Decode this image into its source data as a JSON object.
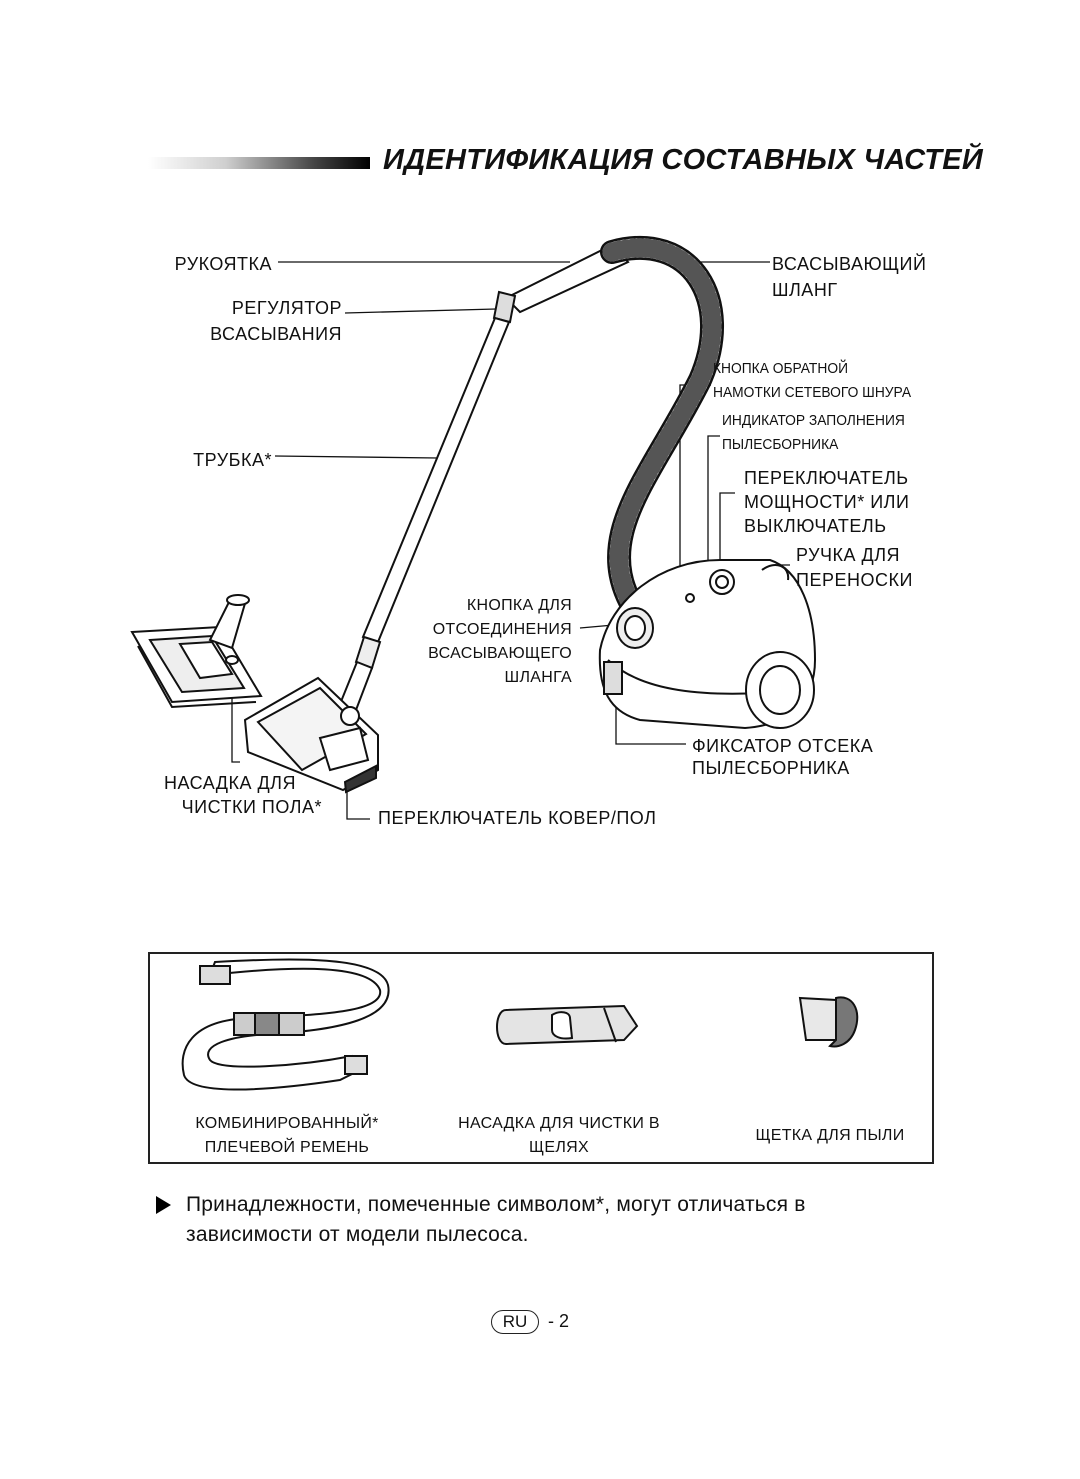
{
  "title": "ИДЕНТИФИКАЦИЯ СОСТАВНЫХ ЧАСТЕЙ",
  "labels": {
    "handle": "РУКОЯТКА",
    "suction_regulator_1": "РЕГУЛЯТОР",
    "suction_regulator_2": "ВСАСЫВАНИЯ",
    "tube": "ТРУБКА*",
    "hose_1": "ВСАСЫВАЮЩИЙ",
    "hose_2": "ШЛАНГ",
    "cord_rewind_1": "КНОПКА ОБРАТНОЙ",
    "cord_rewind_2": "НАМОТКИ СЕТЕВОГО ШНУРА",
    "dust_indicator_1": "ИНДИКАТОР ЗАПОЛНЕНИЯ",
    "dust_indicator_2": "ПЫЛЕСБОРНИКА",
    "power_switch_1": "ПЕРЕКЛЮЧАТЕЛЬ",
    "power_switch_2": "МОЩНОСТИ* ИЛИ",
    "power_switch_3": "ВЫКЛЮЧАТЕЛЬ",
    "carry_handle_1": "РУЧКА ДЛЯ",
    "carry_handle_2": "ПЕРЕНОСКИ",
    "hose_release_1": "КНОПКА ДЛЯ",
    "hose_release_2": "ОТСОЕДИНЕНИЯ",
    "hose_release_3": "ВСАСЫВАЮЩЕГО",
    "hose_release_4": "ШЛАНГА",
    "dust_cover_latch_1": "ФИКСАТОР ОТСЕКА",
    "dust_cover_latch_2": "ПЫЛЕСБОРНИКА",
    "floor_nozzle_1": "НАСАДКА ДЛЯ",
    "floor_nozzle_2": "ЧИСТКИ ПОЛА*",
    "carpet_floor_switch": "ПЕРЕКЛЮЧАТЕЛЬ КОВЕР/ПОЛ"
  },
  "accessories": [
    {
      "line1": "КОМБИНИРОВАННЫЙ*",
      "line2": "ПЛЕЧЕВОЙ РЕМЕНЬ"
    },
    {
      "line1": "НАСАДКА ДЛЯ ЧИСТКИ В",
      "line2": "ЩЕЛЯХ"
    },
    {
      "line1": "ЩЕТКА ДЛЯ ПЫЛИ"
    }
  ],
  "note": "Принадлежности, помеченные символом*, могут отличаться в зависимости от модели пылесоса.",
  "page": {
    "lang": "RU",
    "sep": "-",
    "number": "2"
  }
}
